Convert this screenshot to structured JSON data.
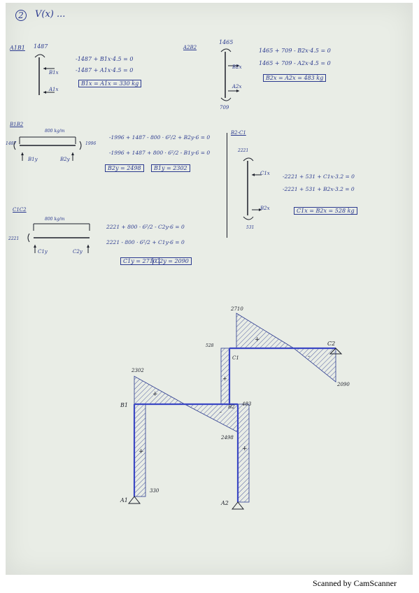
{
  "heading": {
    "number": "2",
    "title": "V(x) ..."
  },
  "sections": {
    "ab1": {
      "label": "A1B1",
      "moment": "1487",
      "eq1": "-1487 + B1x·4.5 = 0",
      "eq2": "-1487 + A1x·4.5 = 0",
      "result": "B1x = A1x = 330 kg",
      "force_top": "B1x",
      "force_bottom": "A1x"
    },
    "a2b2": {
      "label": "A2B2",
      "moment_top": "1465",
      "moment_bottom": "709",
      "eq1": "1465 + 709 - B2x·4.5 = 0",
      "eq2": "1465 + 709 - A2x·4.5 = 0",
      "result": "B2x = A2x = 483 kg",
      "force_top": "B2x",
      "force_bottom": "A2x"
    },
    "b1b2": {
      "label": "B1B2",
      "load": "800 kg/m",
      "moment_left": "1487",
      "moment_right": "1996",
      "eq1": "-1996 + 1487 - 800 · 6²/2 + B2y·6 = 0",
      "eq2": "-1996 + 1487 + 800 · 6²/2 - B1y·6 = 0",
      "result1": "B2y = 2498",
      "result2": "B1y = 2302",
      "force_left": "B1y",
      "force_right": "B2y"
    },
    "b2c1": {
      "label": "B2-C1",
      "moment_top": "2221",
      "moment_bottom": "531",
      "eq1": "-2221 + 531 + C1x·3.2 = 0",
      "eq2": "-2221 + 531 + B2x·3.2 = 0",
      "result": "C1x = B2x = 528 kg",
      "force_top": "C1x",
      "force_bottom": "B2x"
    },
    "c1c2": {
      "label": "C1C2",
      "load": "800 kg/m",
      "moment_left": "2221",
      "eq1": "2221 + 800 · 6²/2 - C2y·6 = 0",
      "eq2": "2221 - 800 · 6²/2 + C1y·6 = 0",
      "result1": "C1y = 2710",
      "result2": "C2y = 2090",
      "force_left": "C1y",
      "force_right": "C2y"
    }
  },
  "diagram": {
    "nodes": {
      "a1": "A1",
      "b1": "B1",
      "a2": "A2",
      "b2": "B2",
      "c1": "C1",
      "c2": "C2"
    },
    "values": {
      "v2302": "2302",
      "v2498": "2498",
      "v2710": "2710",
      "v2090": "2090",
      "v330": "330",
      "v528": "528",
      "v483": "483"
    },
    "signs": {
      "plus": "+",
      "minus": "-"
    }
  },
  "footer": "Scanned by CamScanner",
  "colors": {
    "ink": "#2b3a8f",
    "paper": "#e9ede6",
    "frame": "#3b47c4"
  }
}
